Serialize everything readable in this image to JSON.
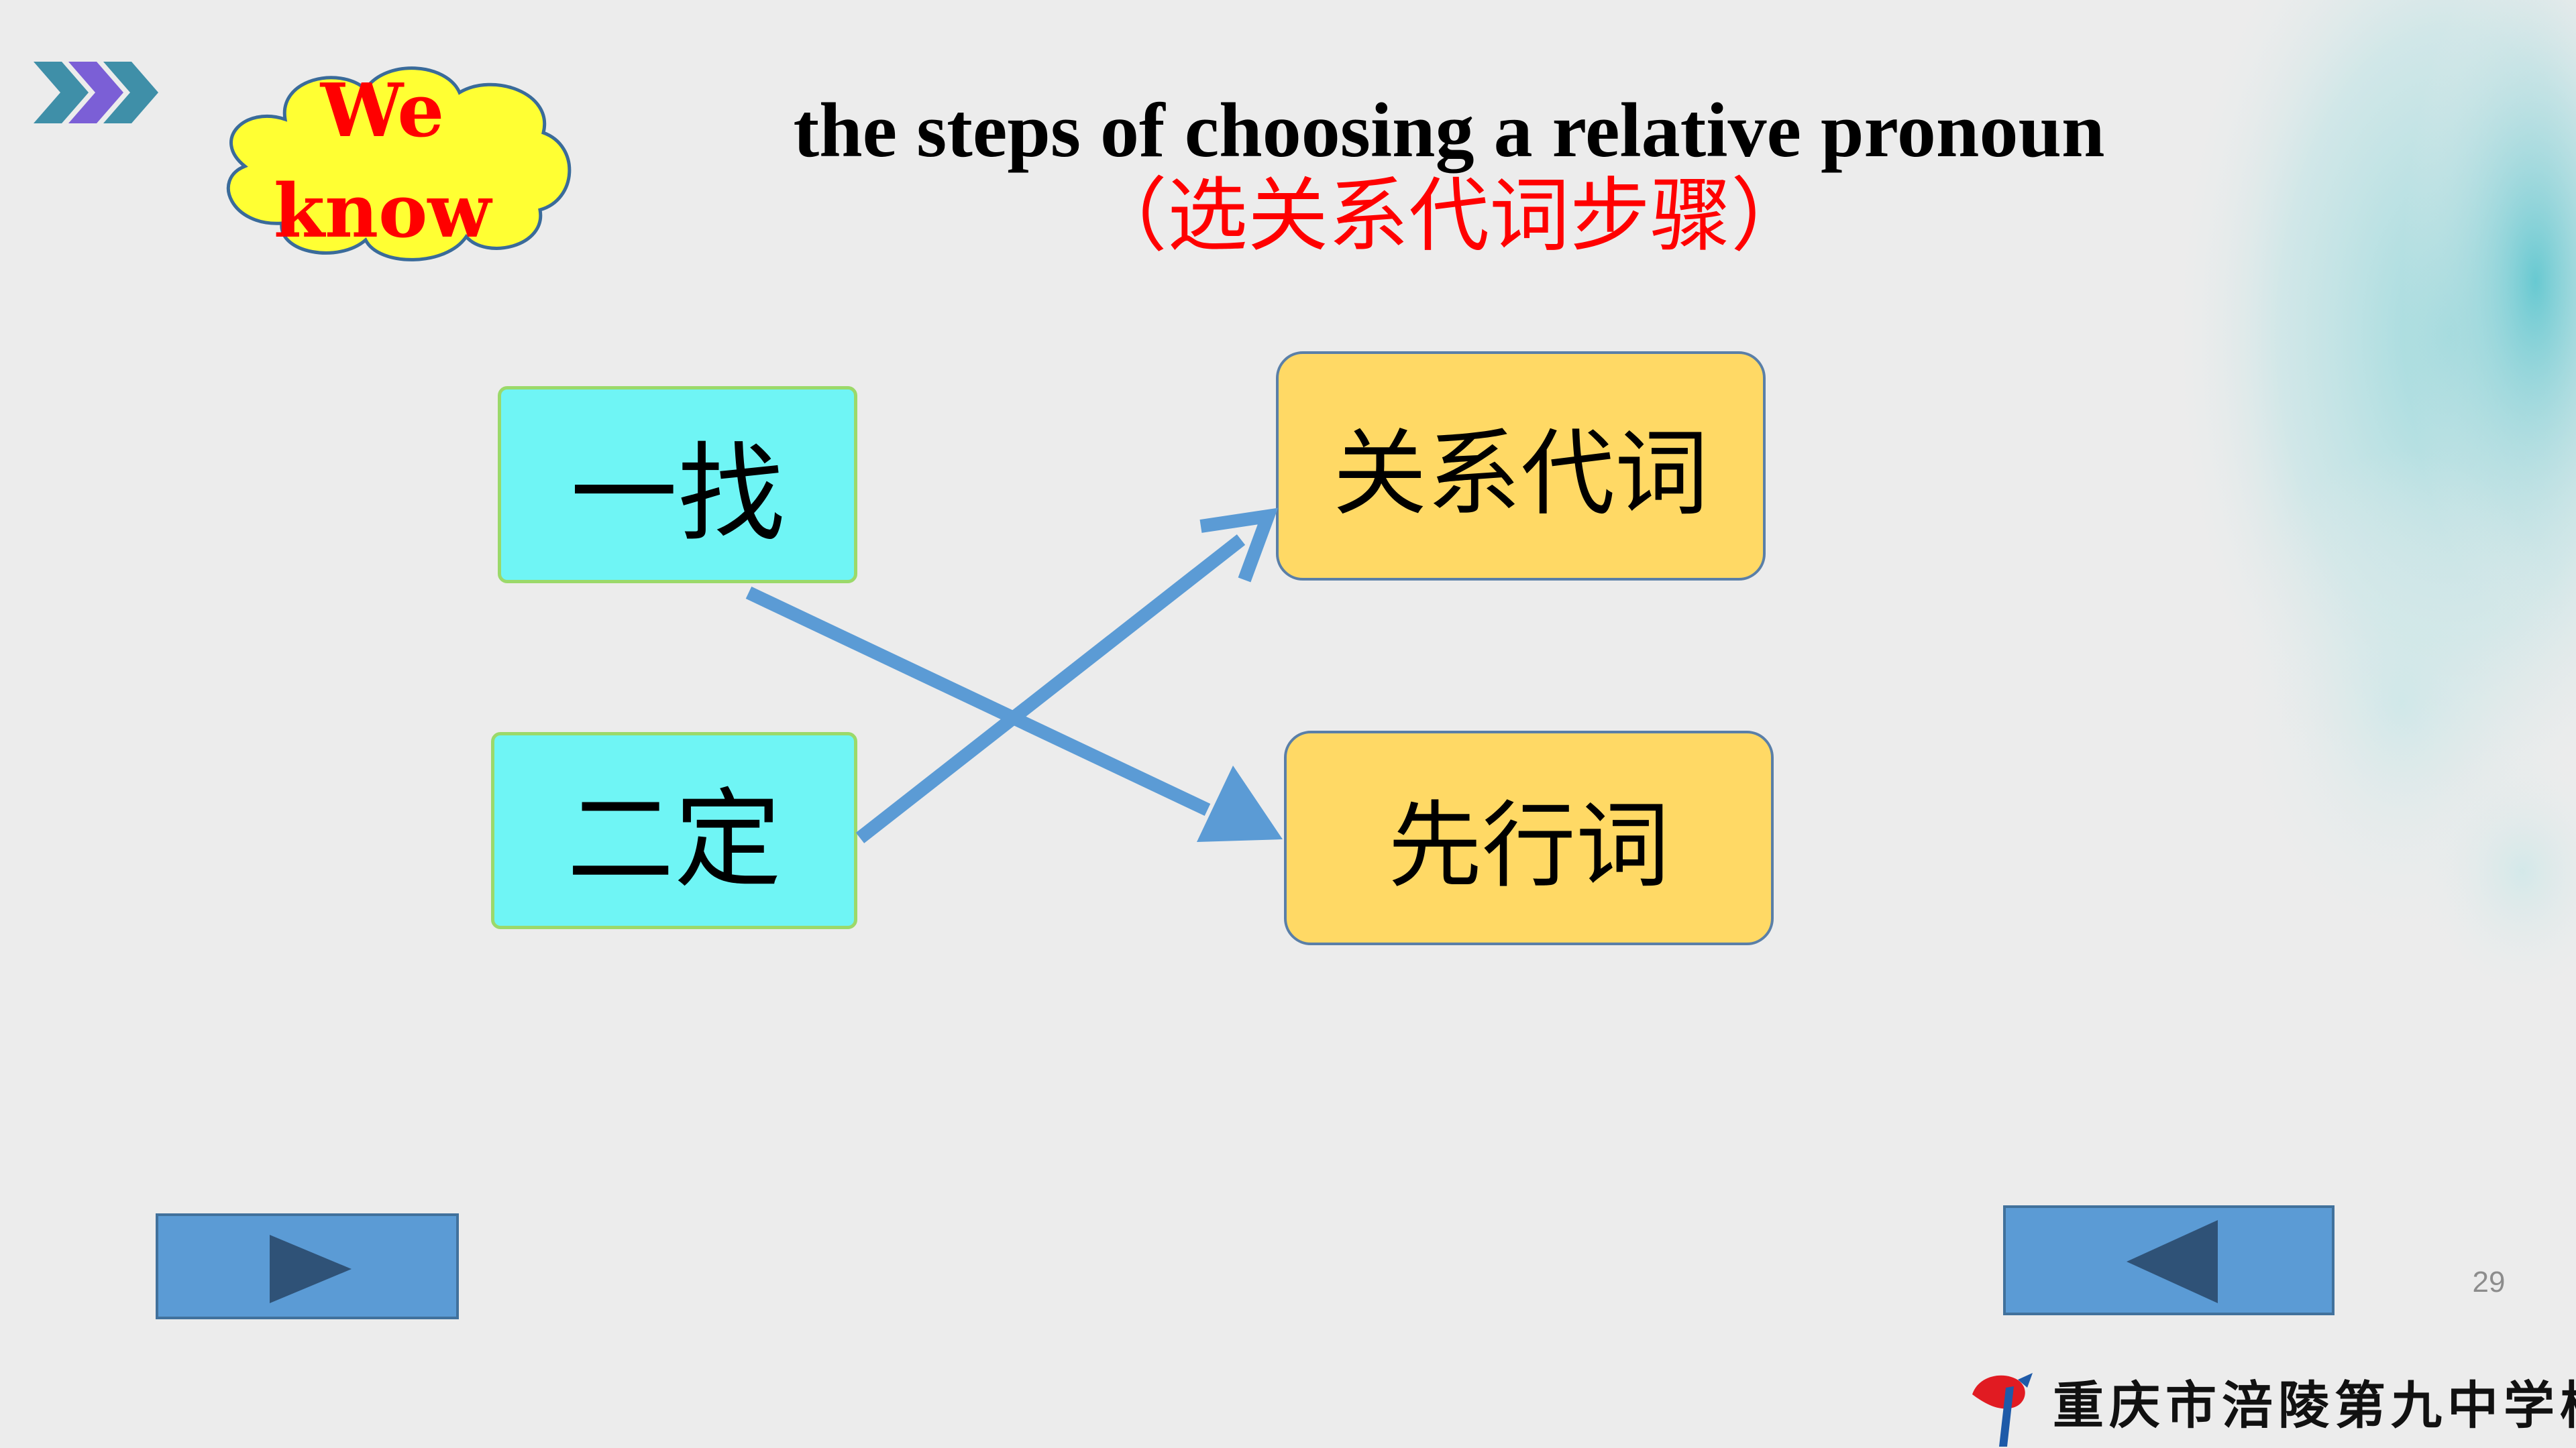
{
  "badge": {
    "line1": "We",
    "line2": "know"
  },
  "title": {
    "english": "the steps of choosing a relative pronoun",
    "chinese": "（选关系代词步骤）"
  },
  "diagram": {
    "nodes": [
      {
        "id": "step1",
        "label": "一找"
      },
      {
        "id": "step2",
        "label": "二定"
      },
      {
        "id": "target1",
        "label": "关系代词"
      },
      {
        "id": "target2",
        "label": "先行词"
      }
    ],
    "edges": [
      {
        "from": "一找",
        "to": "先行词"
      },
      {
        "from": "二定",
        "to": "关系代词"
      }
    ]
  },
  "navigation": {
    "forward_icon": "play-triangle-icon",
    "back_icon": "back-triangle-icon"
  },
  "page_number": "29",
  "footer": {
    "school_name": "重庆市涪陵第九中学校",
    "logo_icon": "school-logo-icon"
  },
  "colors": {
    "accent_blue": "#5b9bd5",
    "arrow_blue": "#5b9bd5",
    "step_box": "#6ff5f5",
    "target_box": "#ffd965",
    "title_red": "#ff0000",
    "badge_yellow": "#ffff33"
  }
}
